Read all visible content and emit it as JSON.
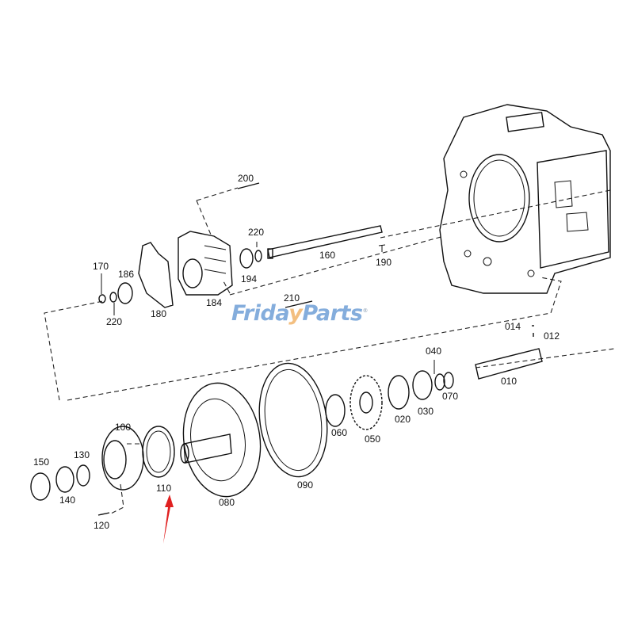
{
  "watermark": {
    "part1": "Frida",
    "part2": "y",
    "part3": "Parts",
    "reg": "®",
    "colors": {
      "blue": "#6f9fd6",
      "orange": "#f2b56b"
    }
  },
  "highlight": {
    "target_part": "110",
    "arrow_color": "#e02020"
  },
  "parts": {
    "p200": "200",
    "p220a": "220",
    "p160": "160",
    "p190": "190",
    "p194": "194",
    "p170": "170",
    "p186": "186",
    "p180": "180",
    "p184": "184",
    "p220b": "220",
    "p210": "210",
    "p014": "014",
    "p012": "012",
    "p040": "040",
    "p070": "070",
    "p010": "010",
    "p030": "030",
    "p020": "020",
    "p050": "050",
    "p060": "060",
    "p090": "090",
    "p080": "080",
    "p100": "100",
    "p110": "110",
    "p150": "150",
    "p130": "130",
    "p140": "140",
    "p120": "120"
  }
}
